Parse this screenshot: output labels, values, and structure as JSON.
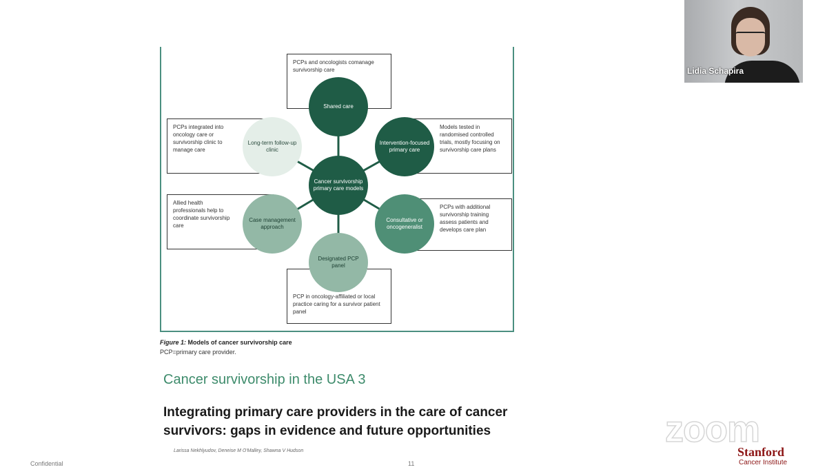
{
  "slide": {
    "diagram": {
      "center": "Cancer survivorship primary care models",
      "models": [
        {
          "key": "shared",
          "label": "Shared care",
          "description": "PCPs and oncologists comanage survivorship care"
        },
        {
          "key": "intervention",
          "label": "Intervention-focused primary care",
          "description": "Models tested in randomised controlled trials, mostly focusing on survivorship care plans"
        },
        {
          "key": "consultative",
          "label": "Consultative or oncogeneralist",
          "description": "PCPs with additional survivorship training assess patients and develops care plan"
        },
        {
          "key": "designated",
          "label": "Designated PCP panel",
          "description": "PCP in oncology-affiliated or local practice caring for a survivor patient panel"
        },
        {
          "key": "case",
          "label": "Case management approach",
          "description": "Allied health professionals help to coordinate survivorship care"
        },
        {
          "key": "longterm",
          "label": "Long-term follow-up clinic",
          "description": "PCPs integrated into oncology care or survivorship clinic to manage care"
        }
      ],
      "colors": {
        "dark": "#1f5c46",
        "mid": "#4f8f76",
        "light": "#93b8a6",
        "pale": "#e4eee8",
        "frame": "#4a8f80"
      }
    },
    "caption_label": "Figure 1:",
    "caption_text": "Models of cancer survivorship care",
    "caption_note": "PCP=primary care provider.",
    "series_title": "Cancer survivorship in the USA 3",
    "article_title": "Integrating primary care providers in the care of cancer survivors: gaps in evidence and future opportunities",
    "authors": "Larissa Nekhlyudov, Deneise M O'Malley, Shawna V Hudson",
    "footer_left": "Confidential",
    "page_number": "11"
  },
  "video": {
    "participant_name": "Lidia Schapira"
  },
  "branding": {
    "zoom": "zoom",
    "stanford": "Stanford",
    "stanford_sub": "Cancer Institute",
    "stanford_color": "#8c1515"
  }
}
